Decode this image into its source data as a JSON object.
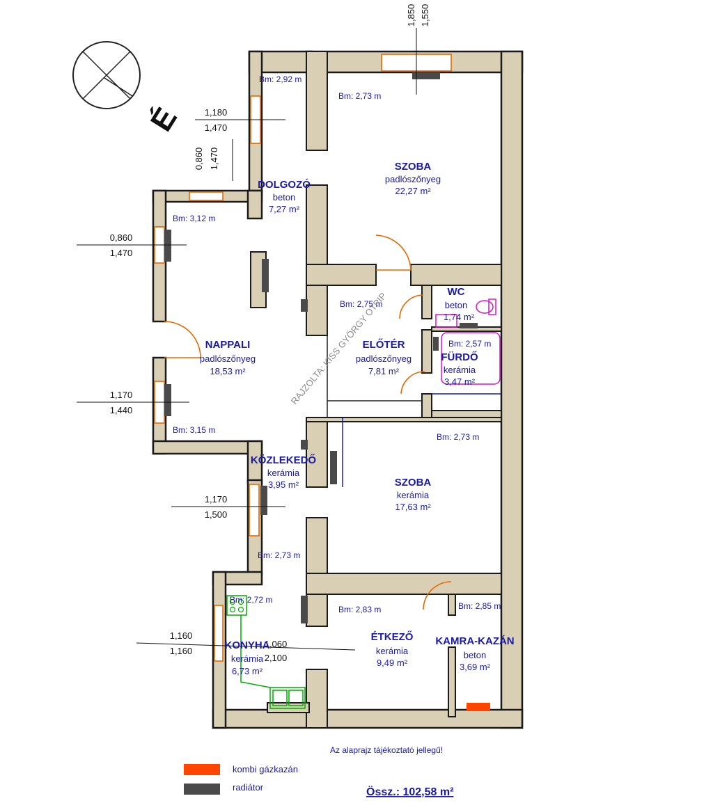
{
  "rooms": {
    "szoba1": {
      "name": "SZOBA",
      "floor": "padlószőnyeg",
      "area": "22,27 m²"
    },
    "dolgozo": {
      "name": "DOLGOZÓ",
      "floor": "beton",
      "area": "7,27 m²"
    },
    "nappali": {
      "name": "NAPPALI",
      "floor": "padlószőnyeg",
      "area": "18,53 m²"
    },
    "eloter": {
      "name": "ELŐTÉR",
      "floor": "padlószőnyeg",
      "area": "7,81 m²"
    },
    "wc": {
      "name": "WC",
      "floor": "beton",
      "area": "1,74 m²"
    },
    "furdo": {
      "name": "FÜRDŐ",
      "floor": "kerámia",
      "area": "3,47 m²"
    },
    "kozlekedo": {
      "name": "KÖZLEKEDŐ",
      "floor": "kerámia",
      "area": "3,95 m²"
    },
    "szoba2": {
      "name": "SZOBA",
      "floor": "kerámia",
      "area": "17,63 m²"
    },
    "konyha": {
      "name": "KONYHA",
      "floor": "kerámia",
      "area": "6,73 m²"
    },
    "etkezo": {
      "name": "ÉTKEZŐ",
      "floor": "kerámia",
      "area": "9,49 m²"
    },
    "kamra": {
      "name": "KAMRA-KAZÁN",
      "floor": "beton",
      "area": "3,69 m²"
    }
  },
  "heights": {
    "dolgozo": "Bm: 2,92 m",
    "szoba1": "Bm: 2,73 m",
    "nappali_top": "Bm: 3,12 m",
    "eloter": "Bm: 2,75 m",
    "furdo": "Bm: 2,57 m",
    "nappali_bottom": "Bm: 3,15 m",
    "szoba2": "Bm: 2,73 m",
    "kozlekedo": "Bm: 2,73 m",
    "konyha": "Bm: 2,72 m",
    "etkezo": "Bm: 2,83 m",
    "kamra": "Bm: 2,85 m"
  },
  "dimensions": {
    "top_1": "1,850",
    "top_2": "1,550",
    "dolgozo_1": "1,180",
    "dolgozo_2": "1,470",
    "dolgozo_v1": "0,860",
    "dolgozo_v2": "1,470",
    "nappali_top_1": "0,860",
    "nappali_top_2": "1,470",
    "nappali_bot_1": "1,170",
    "nappali_bot_2": "1,440",
    "kozl_1": "1,170",
    "kozl_2": "1,500",
    "konyha_1": "1,160",
    "konyha_2": "1,160",
    "konyha_in_1": "1,060",
    "konyha_in_2": "2,100"
  },
  "compass": {
    "label": "É",
    "icon": "north-arrow-icon"
  },
  "watermark": "RAJZOLTA: KISS GYÖRGY OTPIP",
  "note": "Az alaprajz tájékoztató jellegű!",
  "legend": [
    {
      "label": "kombi gázkazán",
      "color": "#ff4500"
    },
    {
      "label": "radiátor",
      "color": "#4a4a4a"
    }
  ],
  "total": "Össz.: 102,58 m²",
  "colors": {
    "wall": "#d8cfb4",
    "text": "#1a1aa6",
    "boiler": "#ff4500",
    "radiator": "#4a4a4a"
  }
}
